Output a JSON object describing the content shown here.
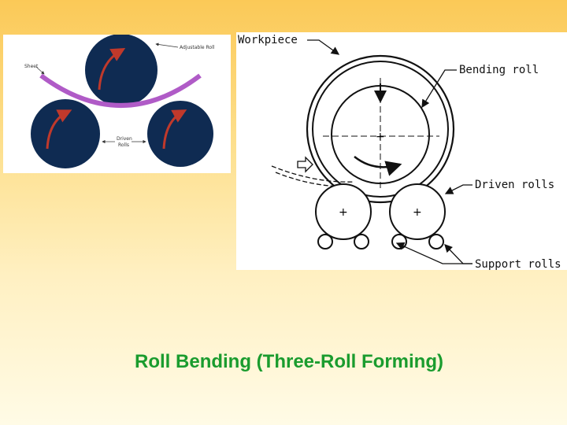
{
  "left_diagram": {
    "labels": {
      "adjustable_roll": "Adjustable Roll",
      "sheet": "Sheet",
      "driven_rolls_line1": "Driven",
      "driven_rolls_line2": "Rolls"
    },
    "colors": {
      "roll": "#0f2b52",
      "sheet": "#b05bc7",
      "arrow": "#c0392b"
    }
  },
  "right_diagram": {
    "labels": {
      "workpiece": "Workpiece",
      "bending_roll": "Bending roll",
      "driven_rolls": "Driven rolls",
      "support_rolls": "Support rolls"
    }
  },
  "caption": "Roll Bending (Three-Roll Forming)"
}
